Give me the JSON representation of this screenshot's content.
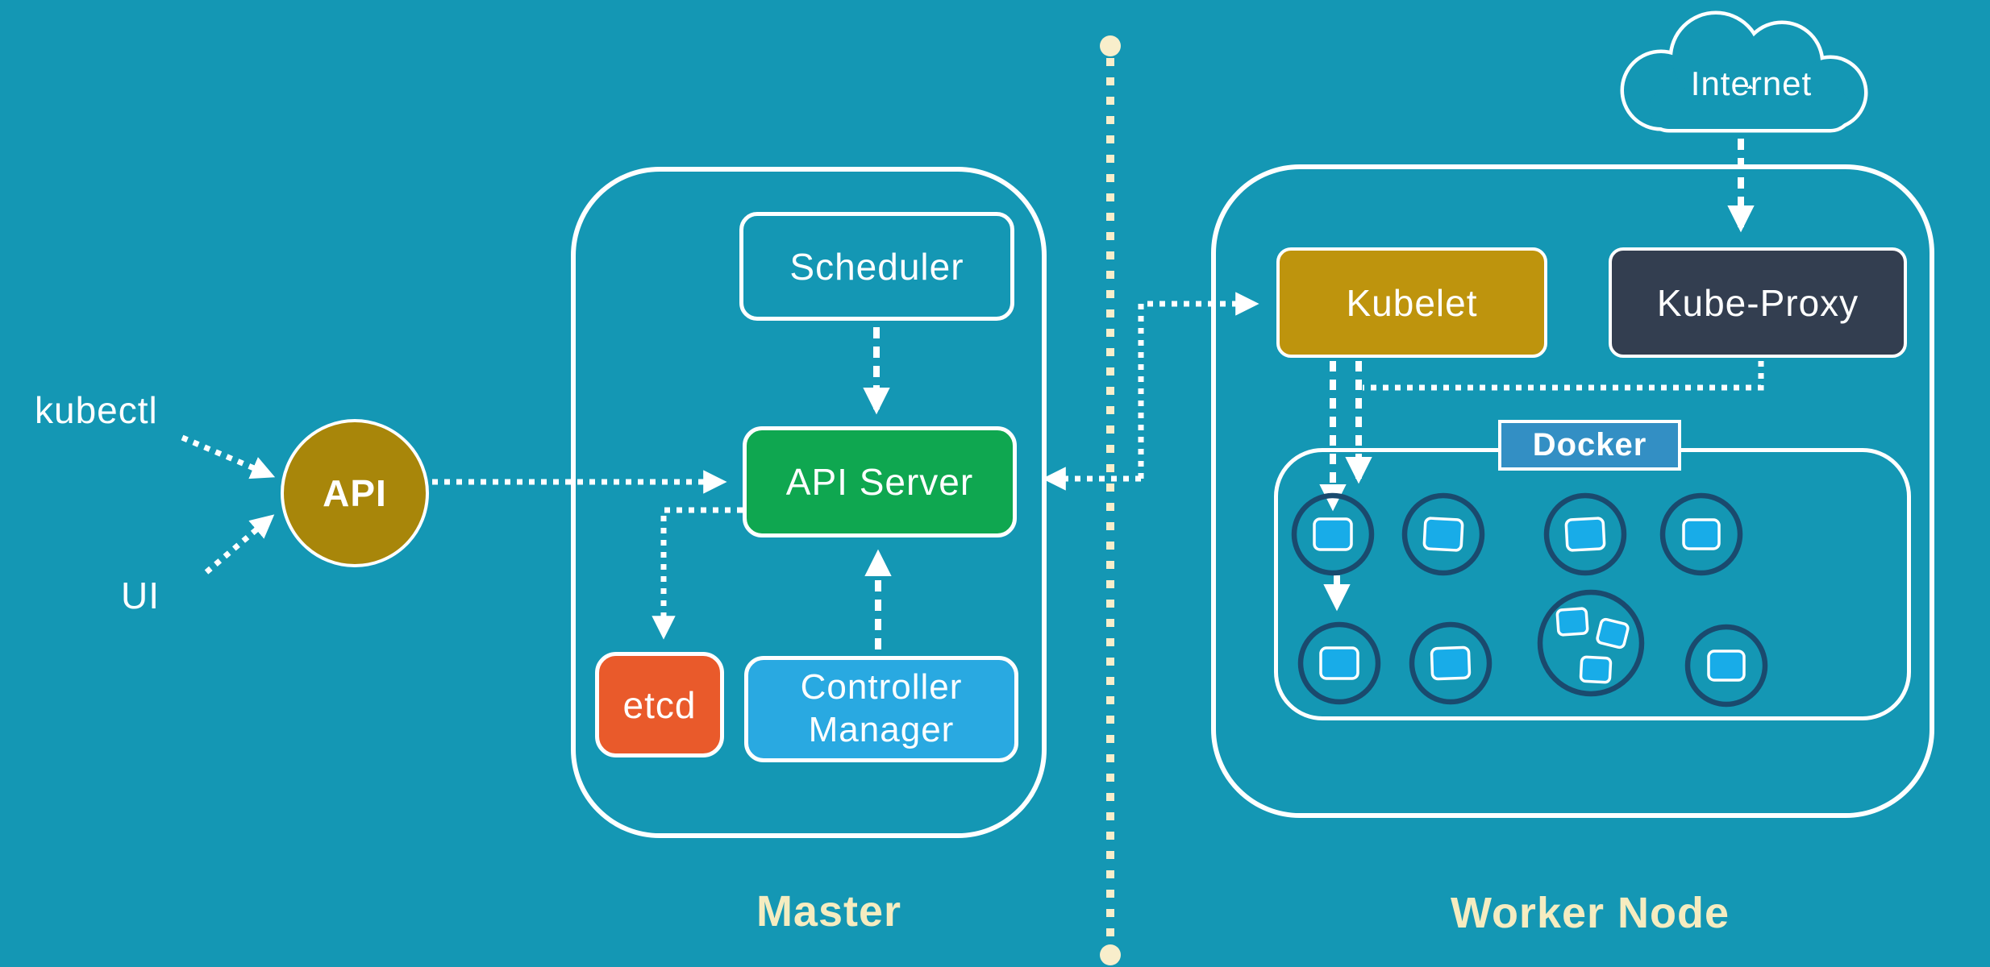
{
  "external": {
    "kubectl_label": "kubectl",
    "ui_label": "UI",
    "api_circle_label": "API",
    "internet_label": "Internet"
  },
  "master": {
    "title": "Master",
    "components": {
      "scheduler": "Scheduler",
      "api_server": "API Server",
      "etcd": "etcd",
      "controller_manager": "Controller Manager"
    }
  },
  "worker": {
    "title": "Worker Node",
    "components": {
      "kubelet": "Kubelet",
      "kube_proxy": "Kube-Proxy",
      "docker": "Docker"
    },
    "pods": {
      "row1_count": 4,
      "row2_count": 4,
      "multi_container_pod_containers": 3
    }
  },
  "colors": {
    "background": "#1497B4",
    "api_circle_gold": "#A8860A",
    "kubelet_gold": "#BE940D",
    "api_server_green": "#0FA750",
    "etcd_orange": "#E95A2B",
    "controller_manager_blue": "#29A9E1",
    "docker_blue": "#338FC4",
    "kube_proxy_navy": "#333E50",
    "pod_ring_navy": "#1A4A6E",
    "container_blue": "#18ACE8",
    "divider_cream": "#F8EECB",
    "section_title_cream": "#F5ECC0",
    "line_white": "#FFFFFF"
  }
}
